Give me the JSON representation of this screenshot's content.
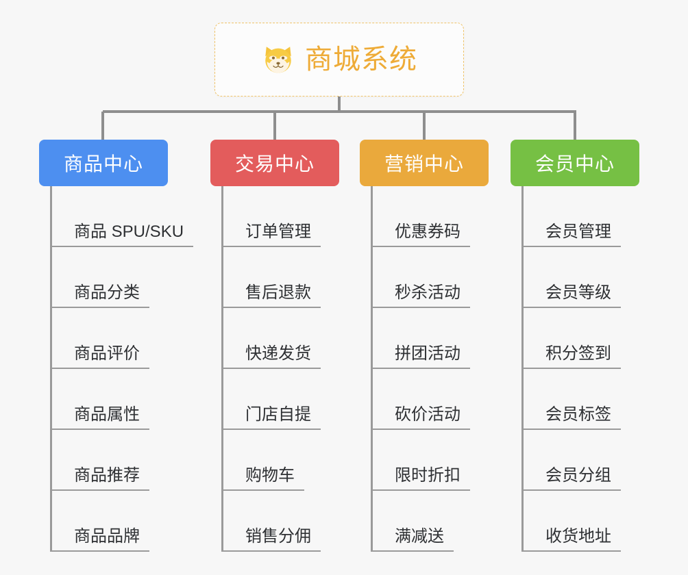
{
  "root": {
    "title": "商城系统",
    "icon": "shiba-dog-face-icon",
    "border_color": "#f0c368",
    "text_color": "#eeab37",
    "background": "#fcfcfc"
  },
  "page": {
    "background": "#f7f7f7",
    "connector_color": "#8e8e8e",
    "item_line_color": "#9a9a9a",
    "item_text_color": "#2e3033"
  },
  "branches": [
    {
      "label": "商品中心",
      "color": "#4d8ff0",
      "items": [
        "商品 SPU/SKU",
        "商品分类",
        "商品评价",
        "商品属性",
        "商品推荐",
        "商品品牌"
      ]
    },
    {
      "label": "交易中心",
      "color": "#e35c5c",
      "items": [
        "订单管理",
        "售后退款",
        "快递发货",
        "门店自提",
        "购物车",
        "销售分佣"
      ]
    },
    {
      "label": "营销中心",
      "color": "#eaa93c",
      "items": [
        "优惠券码",
        "秒杀活动",
        "拼团活动",
        "砍价活动",
        "限时折扣",
        "满减送"
      ]
    },
    {
      "label": "会员中心",
      "color": "#76c044",
      "items": [
        "会员管理",
        "会员等级",
        "积分签到",
        "会员标签",
        "会员分组",
        "收货地址"
      ]
    }
  ]
}
